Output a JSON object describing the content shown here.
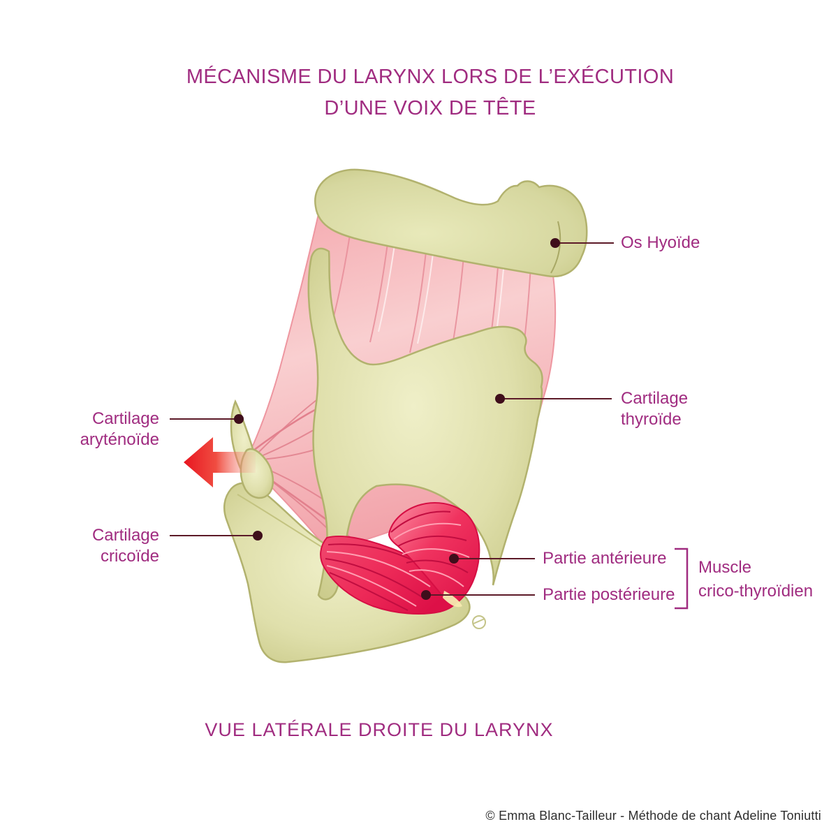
{
  "header": {
    "title_line1": "MÉCANISME DU LARYNX LORS DE L’EXÉCUTION",
    "title_line2": "D’UNE VOIX DE TÊTE"
  },
  "diagram": {
    "labels": {
      "os_hyoide": "Os Hyoïde",
      "cartilage_thyroide_l1": "Cartilage",
      "cartilage_thyroide_l2": "thyroïde",
      "cartilage_arytenoide_l1": "Cartilage",
      "cartilage_arytenoide_l2": "aryténoïde",
      "cartilage_cricoide_l1": "Cartilage",
      "cartilage_cricoide_l2": "cricoïde",
      "partie_anterieure": "Partie antérieure",
      "partie_posterieure": "Partie postérieure",
      "muscle_l1": "Muscle",
      "muscle_l2": "crico-thyroïdien"
    }
  },
  "footer": {
    "caption": "VUE LATÉRALE DROITE DU LARYNX",
    "credit": "© Emma Blanc-Tailleur - Méthode de chant Adeline Toniutti"
  },
  "colors": {
    "label_magenta": "#a02c80",
    "leader_line": "#5c1a28",
    "leader_dot": "#3f0e1b",
    "cartilage_olive": "#d8d89e",
    "cartilage_edge": "#b2b26e",
    "muscle_pink": "#f4abb1",
    "muscle_crimson": "#e11349",
    "arrow_red": "#ec1c24",
    "credit_grey": "#2e2e2e"
  }
}
